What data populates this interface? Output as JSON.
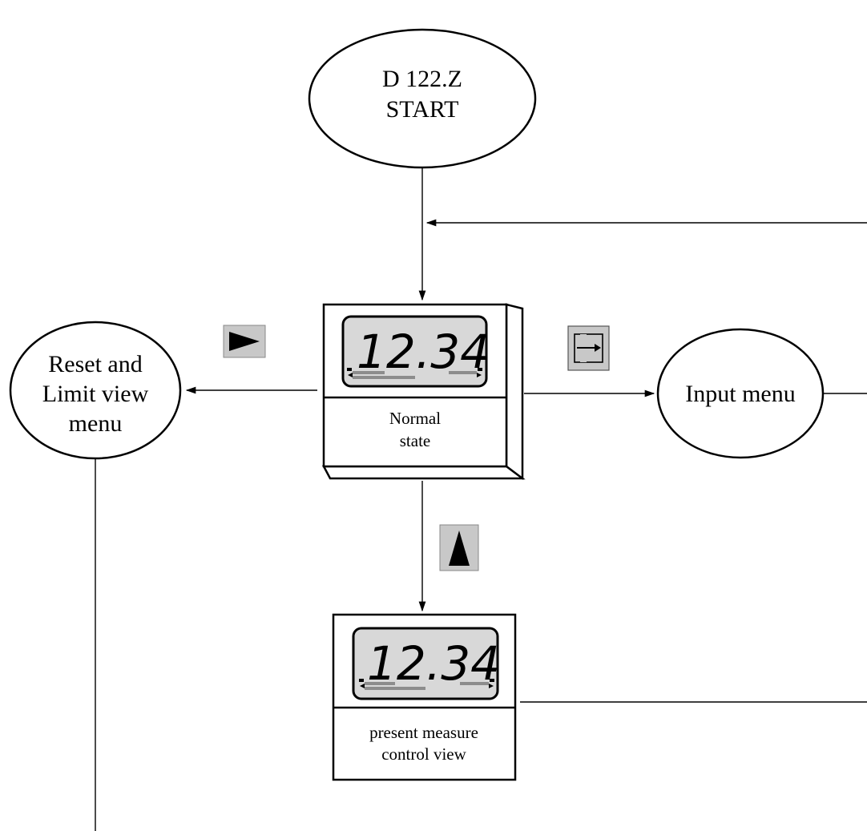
{
  "nodes": {
    "start": {
      "line1": "D 122.Z",
      "line2": "START"
    },
    "reset_menu": {
      "line1": "Reset and",
      "line2": "Limit view",
      "line3": "menu"
    },
    "input_menu": {
      "label": "Input menu"
    },
    "normal_state": {
      "line1": "Normal",
      "line2": "state",
      "display": "12.34"
    },
    "present_measure": {
      "line1": "present measure",
      "line2": "control view",
      "display": "12.34"
    }
  },
  "keys": {
    "right_key": "right-triangle-key-icon",
    "enter_key": "enter-key-icon",
    "up_key": "up-triangle-key-icon"
  },
  "colors": {
    "lcd_background": "#d8d8d8",
    "bar_gray": "#8c8c8c",
    "key_background": "#c8c8c8"
  }
}
